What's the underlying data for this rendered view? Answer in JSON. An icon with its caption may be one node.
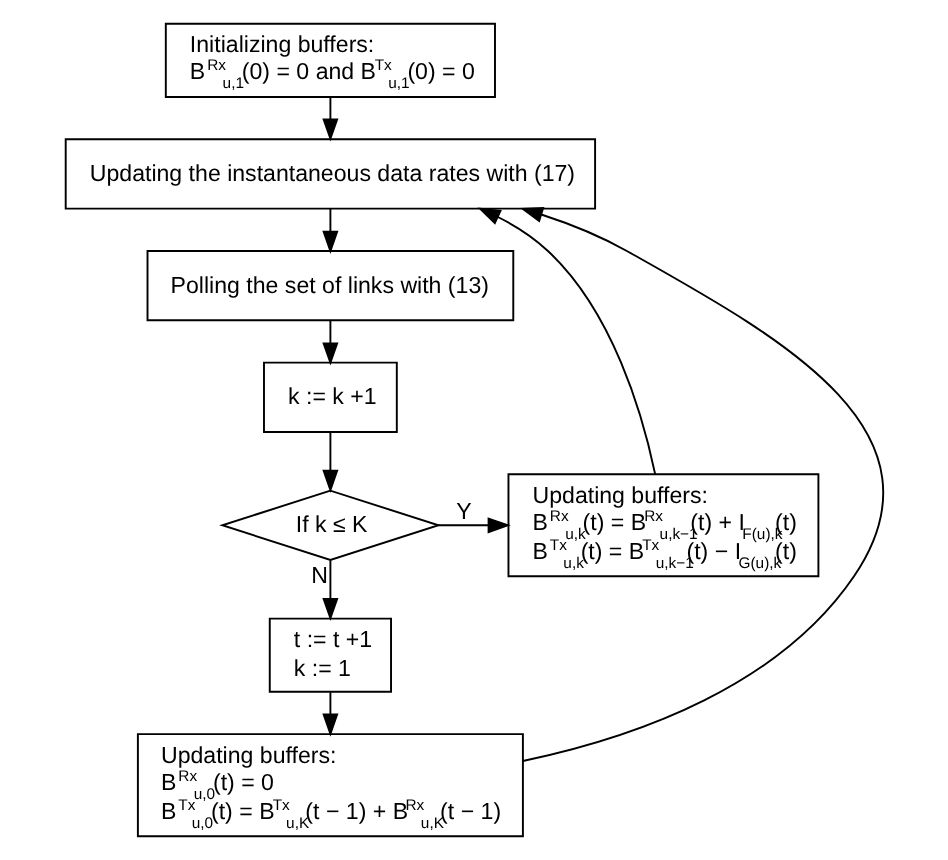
{
  "diagram": {
    "nodes": [
      {
        "text": [
          "Initializing buffers:",
          "B$^{Rx}$$_{u,1}$(0) = 0 and B$^{Tx}$$_{u,1}$(0) = 0"
        ]
      },
      {
        "text": [
          "Updating the instantaneous data rates with (17)"
        ]
      },
      {
        "text": [
          "Polling the set of links with (13)"
        ]
      },
      {
        "text": [
          "k := k +1"
        ]
      },
      {
        "text": [
          "If k ≤ K"
        ]
      },
      {
        "text": [
          "Updating buffers:",
          "B$^{Rx}$$_{u,k}$(t) = B$^{Rx}$$_{u,k−1}$(t) + I$_{F(u),k}$(t)",
          "B$^{Tx}$$_{u,k}$(t) = B$^{Tx}$$_{u,k−1}$(t) − I$_{G(u),k}$(t)"
        ]
      },
      {
        "text": [
          "t := t +1",
          "k := 1"
        ]
      },
      {
        "text": [
          "Updating buffers:",
          "B$^{Rx}$$_{u,0}$(t) = 0",
          "B$^{Tx}$$_{u,0}$(t) = B$^{Tx}$$_{u,K}$(t − 1) + B$^{Rx}$$_{u,K}$(t − 1)"
        ]
      }
    ],
    "edges": [
      {
        "from": 0,
        "to": 1,
        "arrow": "to"
      },
      {
        "from": 1,
        "to": 2,
        "arrow": "to"
      },
      {
        "from": 2,
        "to": 3,
        "arrow": "to"
      },
      {
        "from": 3,
        "to": 4,
        "arrow": "to"
      },
      {
        "from": 4,
        "to": 5,
        "arrow": "to",
        "label": "Y"
      },
      {
        "from": 4,
        "to": 6,
        "arrow": "to",
        "label": "N"
      },
      {
        "from": 6,
        "to": 7,
        "arrow": "to"
      },
      {
        "from": 7,
        "to": 1,
        "arrow": "to"
      },
      {
        "from": 5,
        "to": 1,
        "arrow": "to"
      }
    ]
  }
}
